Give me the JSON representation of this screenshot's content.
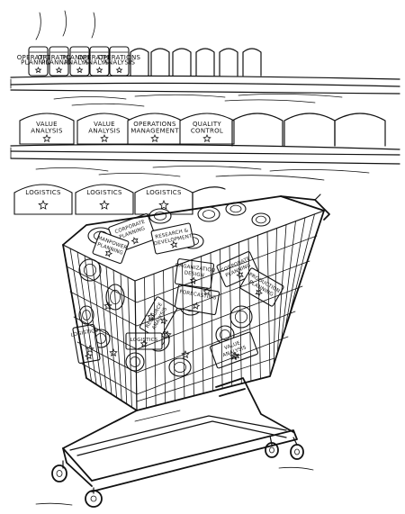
{
  "shelf_top": {
    "jars": [
      [
        "OPERATIONS",
        "PLANNING"
      ],
      [
        "OPERATIONS",
        "PLANNING"
      ],
      [
        "PLANNING",
        "ANALYSIS"
      ],
      [
        "OPERATIONS",
        "ANALYSIS"
      ],
      [
        "OPERATIONS",
        "ANALYSIS"
      ]
    ]
  },
  "shelf_middle": {
    "loaves": [
      [
        "VALUE",
        "ANALYSIS"
      ],
      [
        "VALUE",
        "ANALYSIS"
      ],
      [
        "OPERATIONS",
        "MANAGEMENT"
      ],
      [
        "QUALITY",
        "CONTROL"
      ]
    ]
  },
  "shelf_bottom": {
    "loaves": [
      "LOGISTICS",
      "LOGISTICS",
      "LOGISTICS"
    ]
  },
  "cart": {
    "items": [
      [
        "CORPORATE",
        "PLANNING"
      ],
      [
        "RESEARCH &",
        "DEVELOPMENT"
      ],
      [
        "MANPOWER",
        "PLANNING"
      ],
      [
        "ORGANIZATION",
        "DESIGN"
      ],
      [
        "CORPORATE",
        "PLANNING"
      ],
      [
        "FORECASTING"
      ],
      [
        "PRODUCTION",
        "PLANNING"
      ],
      [
        "RESOURCE",
        "ANALYSIS"
      ],
      [
        "VALUE",
        "ANALYSIS"
      ],
      [
        "LOGISTICS"
      ],
      [
        "LOGISTICS"
      ]
    ]
  }
}
